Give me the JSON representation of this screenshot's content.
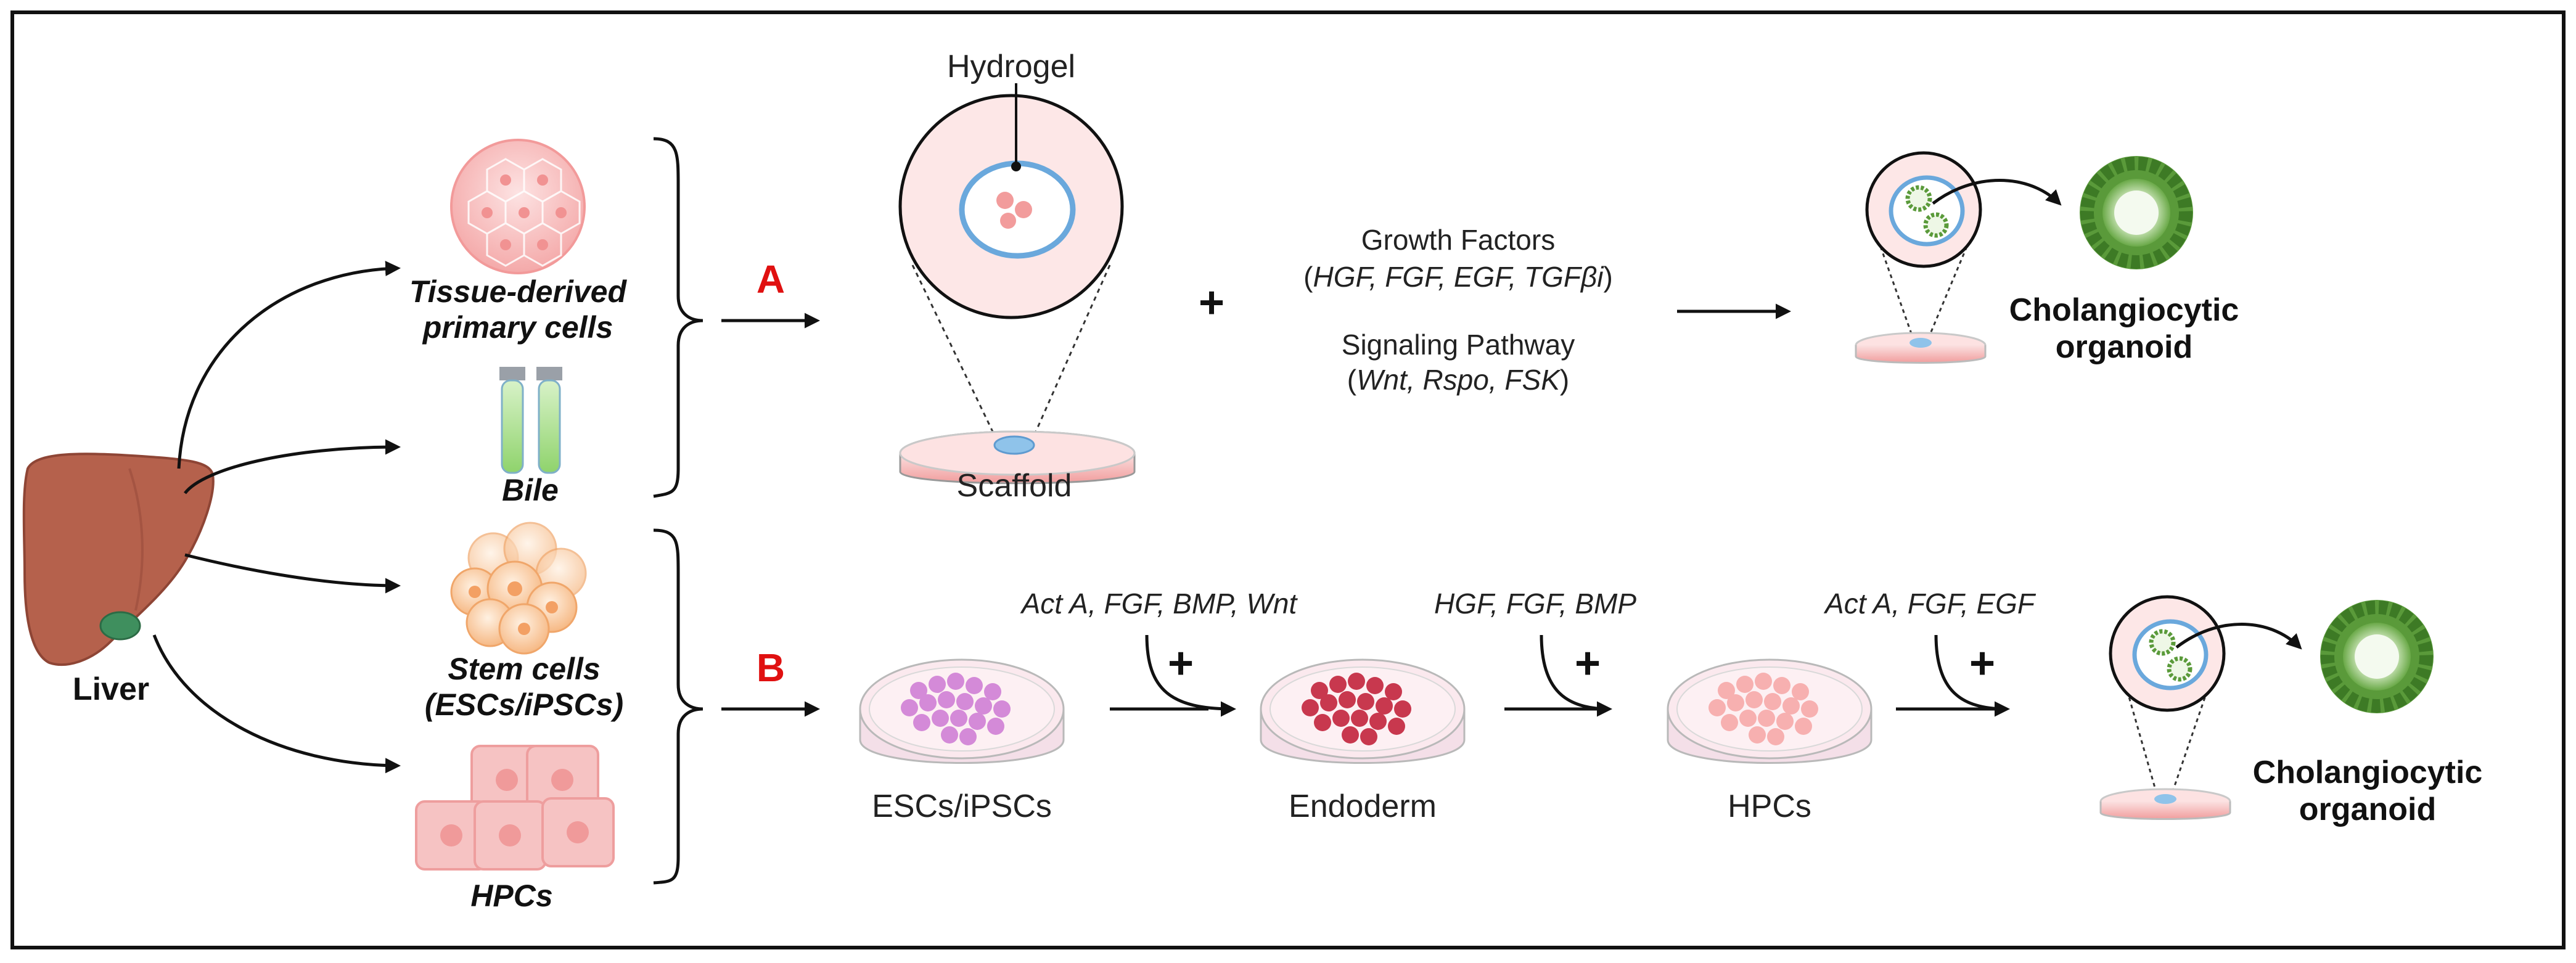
{
  "sources": {
    "liver": "Liver",
    "tissue_line1": "Tissue-derived",
    "tissue_line2": "primary cells",
    "bile": "Bile",
    "stem_line1": "Stem cells",
    "stem_line2": "(ESCs/iPSCs)",
    "hpcs": "HPCs"
  },
  "route_a": {
    "letter": "A",
    "hydrogel": "Hydrogel",
    "scaffold": "Scaffold",
    "plus": "+",
    "gf_title": "Growth Factors",
    "gf_open": "(",
    "gf_items": "HGF, FGF, EGF, TGFβi",
    "gf_close": ")",
    "sp_title": "Signaling Pathway",
    "sp_open": "(",
    "sp_items": "Wnt, Rspo, FSK",
    "sp_close": ")",
    "result_line1": "Cholangiocytic",
    "result_line2": "organoid"
  },
  "route_b": {
    "letter": "B",
    "step1_factors": "Act A, FGF, BMP, Wnt",
    "step2_factors": "HGF, FGF, BMP",
    "step3_factors": "Act A, FGF, EGF",
    "plus": "+",
    "stage1": "ESCs/iPSCs",
    "stage2": "Endoderm",
    "stage3": "HPCs",
    "result_line1": "Cholangiocytic",
    "result_line2": "organoid"
  },
  "colors": {
    "liver": "#b5614c",
    "gallbladder": "#3f8f5e",
    "cell_pink": "#f7b8b8",
    "stem_orange": "#f8c9a0",
    "hpc_pink": "#f5bcbc",
    "hydrogel_blue": "#6aa8dc",
    "organoid_green": "#5a9a3a",
    "esc_purple": "#d48ad8",
    "endoderm_red": "#c8384e",
    "label_red": "#e01010"
  }
}
